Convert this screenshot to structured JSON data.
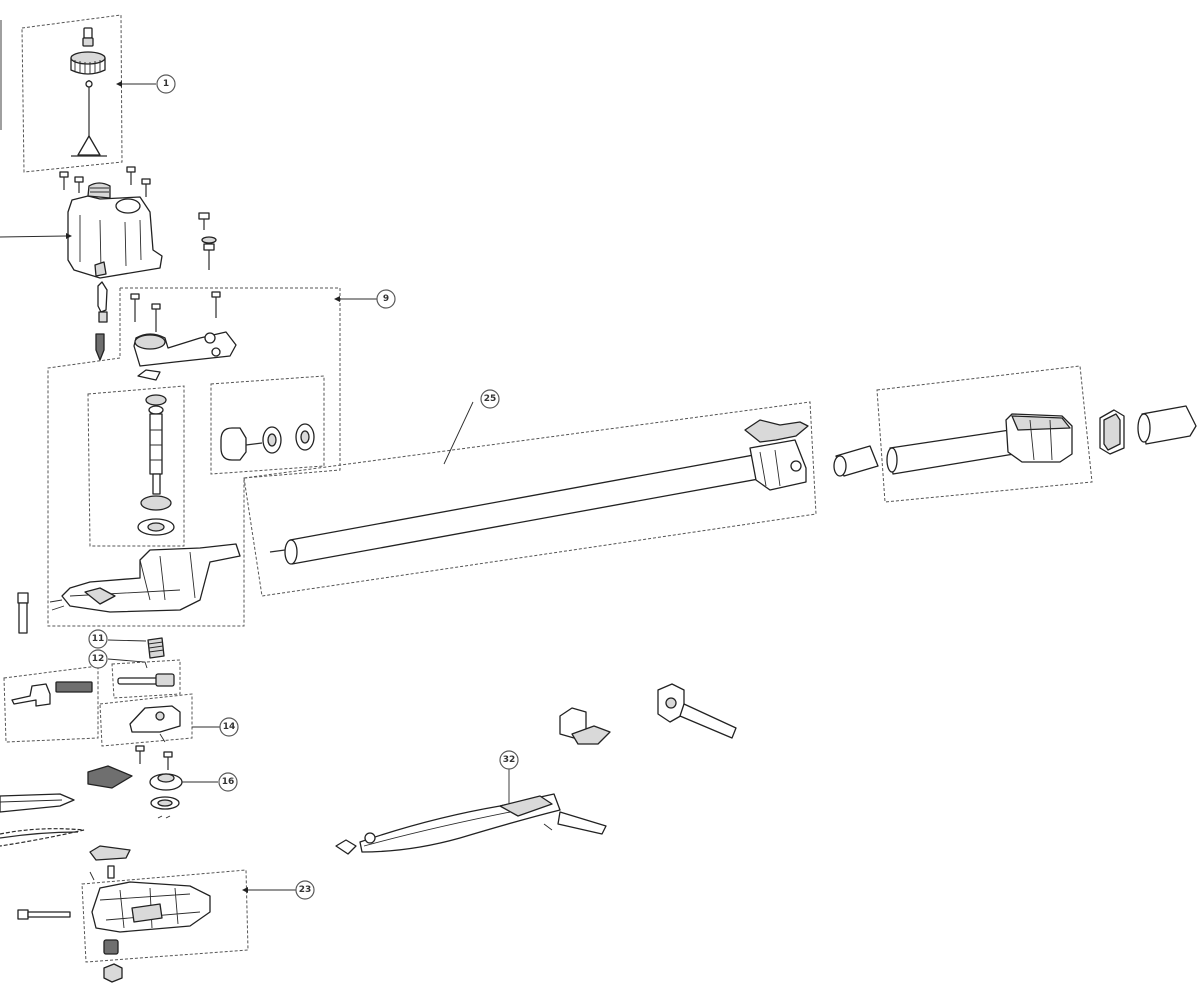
{
  "callouts": [
    {
      "id": "c1",
      "label": "1"
    },
    {
      "id": "c9",
      "label": "9"
    },
    {
      "id": "c11",
      "label": "11"
    },
    {
      "id": "c12",
      "label": "12"
    },
    {
      "id": "c14",
      "label": "14"
    },
    {
      "id": "c16",
      "label": "16"
    },
    {
      "id": "c23",
      "label": "23"
    },
    {
      "id": "c25",
      "label": "25"
    },
    {
      "id": "c32",
      "label": "32"
    }
  ]
}
